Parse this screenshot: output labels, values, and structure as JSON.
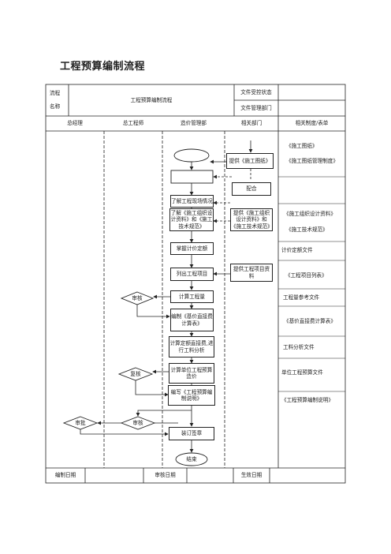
{
  "title": "工程预算编制流程",
  "header": {
    "flow_label_1": "流程",
    "flow_label_2": "名称",
    "flow_name": "工程预算编制流程",
    "doc_status_label": "文件受控状态",
    "doc_dept_label": "文件管理部门",
    "doc_status_value": "",
    "doc_dept_value": ""
  },
  "columns": [
    "总经理",
    "总工程师",
    "造价管理部",
    "相关部门",
    "相关制度/表单"
  ],
  "process": {
    "box_understand_site": "了解工程现场情况",
    "box_understand_docs": "了解《施工组织设计资料》和《施工技术规范》",
    "box_quota": "掌握计价定额",
    "box_list_items": "列出工程项目",
    "box_calc_quantity": "计算工程量",
    "box_unit_price_table": "编制《基价直接费计算表》",
    "box_direct_cost": "计算定额直接费,进行工料分析",
    "box_unit_cost": "计算单位工程预算造价",
    "box_write_note": "编写《工程预算编制说明》",
    "box_bind": "装订签章",
    "end": "结束"
  },
  "related_dept": {
    "provide_drawings": "提供《施工图纸》",
    "coordinate": "配合",
    "provide_docs": "提供《施工组织设计资料》和《施工技术规范》",
    "provide_items": "提供工程项目资料"
  },
  "decisions": {
    "chief_review": "审核",
    "chief_recheck": "复核",
    "chief_review2": "审核",
    "gm_approve": "审批"
  },
  "references": {
    "ref1a": "《施工图纸》",
    "ref1b": "《施工图纸管理制度》",
    "ref2a": "《施工组织设计资料》",
    "ref2b": "《施工技术规范》",
    "ref3": "计价定额文件",
    "ref4": "《工程项目列表》",
    "ref5": "工程量参考文件",
    "ref6": "《基价直接费计算表》",
    "ref7": "工料分析文件",
    "ref8": "单位工程预算文件",
    "ref9": "《工程预算编制说明》"
  },
  "footer": {
    "compile_date": "编制日期",
    "review_date": "审核日期",
    "effective_date": "生效日期"
  }
}
